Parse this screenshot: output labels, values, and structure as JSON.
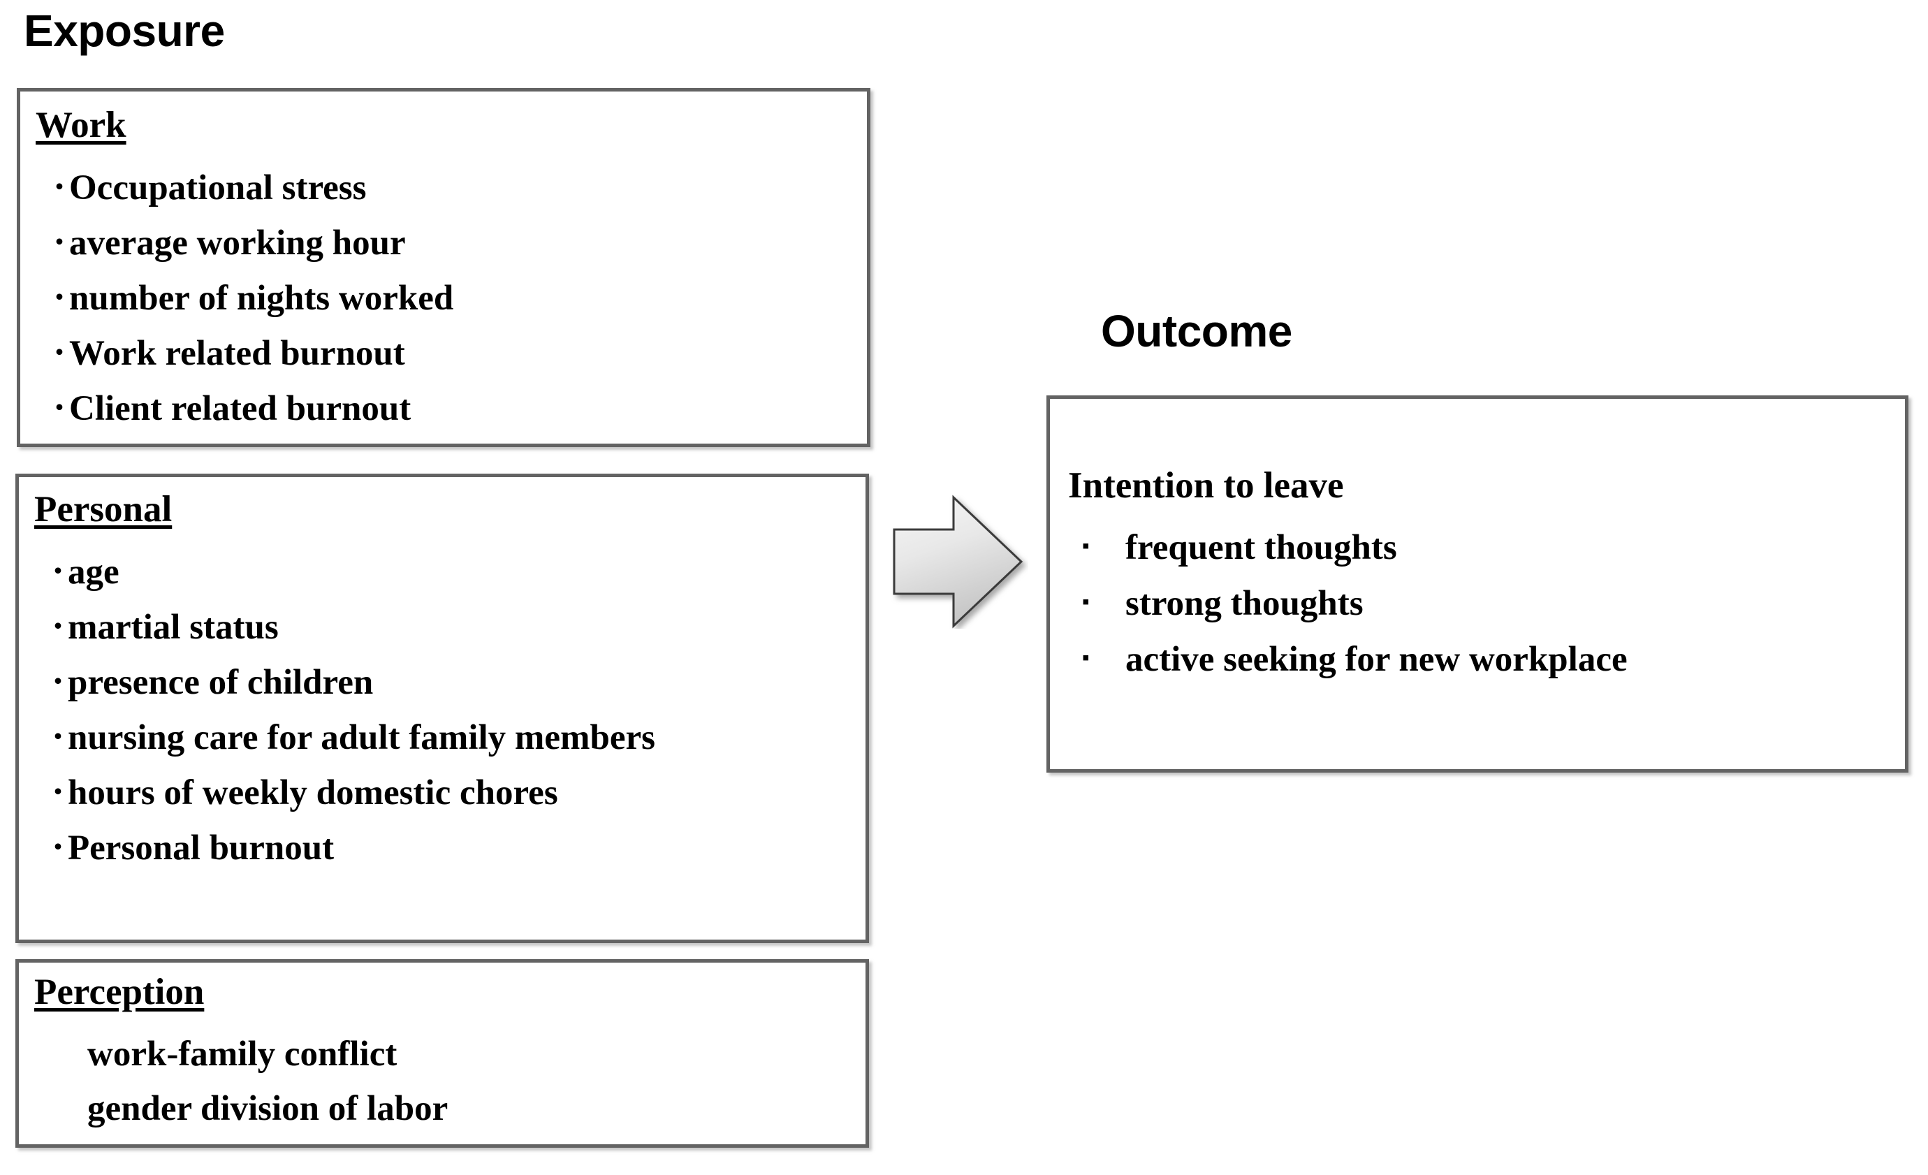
{
  "diagram": {
    "title_left": "Exposure",
    "title_right": "Outcome",
    "arrow_icon": "right-block-arrow-icon",
    "colors": {
      "box_border": "#636363",
      "box_fill": "#FFFFFF",
      "text": "#000000",
      "arrow_fill_light": "#F2F2F2",
      "arrow_fill_dark": "#C9C9C9",
      "arrow_stroke": "#404040",
      "page_background": "#FFFFFF"
    }
  },
  "exposure": {
    "heading": "Exposure",
    "groups": [
      {
        "id": "work",
        "title": "Work",
        "bullet_style": "middot",
        "items": [
          "Occupational stress",
          "average working hour",
          "number of nights worked",
          "Work related burnout",
          "Client related burnout"
        ]
      },
      {
        "id": "personal",
        "title": "Personal",
        "bullet_style": "middot",
        "items": [
          "age",
          "martial status",
          "presence of children",
          "nursing care for adult family members",
          "hours of weekly domestic chores",
          "Personal burnout"
        ]
      },
      {
        "id": "perception",
        "title": "Perception",
        "bullet_style": "none",
        "items": [
          "work-family conflict",
          "gender division of labor"
        ]
      }
    ]
  },
  "outcome": {
    "heading": "Outcome",
    "group": {
      "id": "intention-to-leave",
      "title": "Intention to leave",
      "bullet_style": "square",
      "items": [
        "frequent thoughts",
        "strong thoughts",
        "active seeking for new workplace"
      ]
    }
  }
}
